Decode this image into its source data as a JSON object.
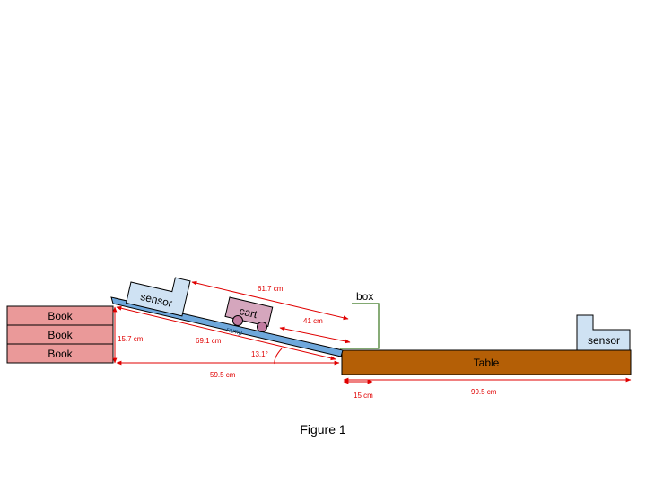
{
  "books": [
    "Book",
    "Book",
    "Book"
  ],
  "labels": {
    "sensor_ramp": "sensor",
    "cart": "cart",
    "ramp": "ramp",
    "box": "box",
    "table": "Table",
    "sensor_table": "sensor"
  },
  "dimensions": {
    "ramp_top_to_box": "61.7 cm",
    "cart_to_box": "41 cm",
    "book_height": "15.7 cm",
    "ramp_length": "69.1 cm",
    "angle": "13.1°",
    "horizontal_run": "59.5 cm",
    "box_offset": "15 cm",
    "table_length": "99.5 cm"
  },
  "caption": "Figure 1",
  "colors": {
    "book": "#ea9999",
    "table": "#b45f06",
    "ramp": "#6fa8dc",
    "sensor": "#cfe2f3",
    "cart": "#d5a6bd",
    "wheel": "#c27ba0",
    "box_line": "#38761d",
    "dimension": "#e00000"
  }
}
